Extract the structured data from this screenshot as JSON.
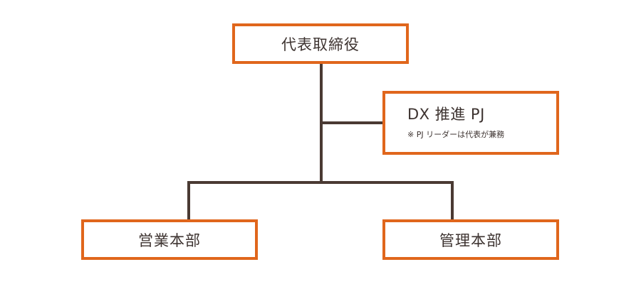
{
  "nodes": {
    "ceo": "代表取締役",
    "dx_project": "DX 推進 PJ",
    "dx_note": "※ PJ リーダーは代表が兼務",
    "sales": "営業本部",
    "admin": "管理本部"
  },
  "colors": {
    "box_border": "#e0661c",
    "connector": "#4a3a33",
    "text": "#3d3330"
  }
}
